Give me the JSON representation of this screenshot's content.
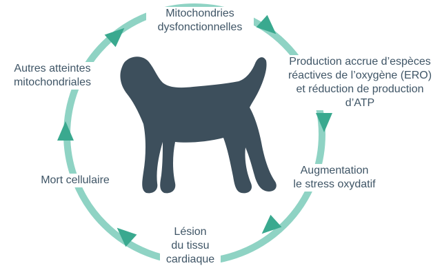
{
  "colors": {
    "ring": "#8fd3c4",
    "arrow": "#3aa98f",
    "dog": "#3d4f5c",
    "text": "#3f5566"
  },
  "icons": {
    "center": "dog-silhouette-icon",
    "cycle_arrow": "triangle-arrow-icon"
  },
  "cycle": {
    "steps": [
      {
        "label": "Mitochondries\ndysfonctionnelles"
      },
      {
        "label": "Production accrue d’espèces\nréactives de l’oxygène (ERO)\net réduction de production\nd’ATP"
      },
      {
        "label": "Augmentation\nle stress oxydatif"
      },
      {
        "label": "Lésion\ndu tissu\ncardiaque"
      },
      {
        "label": "Mort cellulaire"
      },
      {
        "label": "Autres atteintes\nmitochondriales"
      }
    ]
  }
}
